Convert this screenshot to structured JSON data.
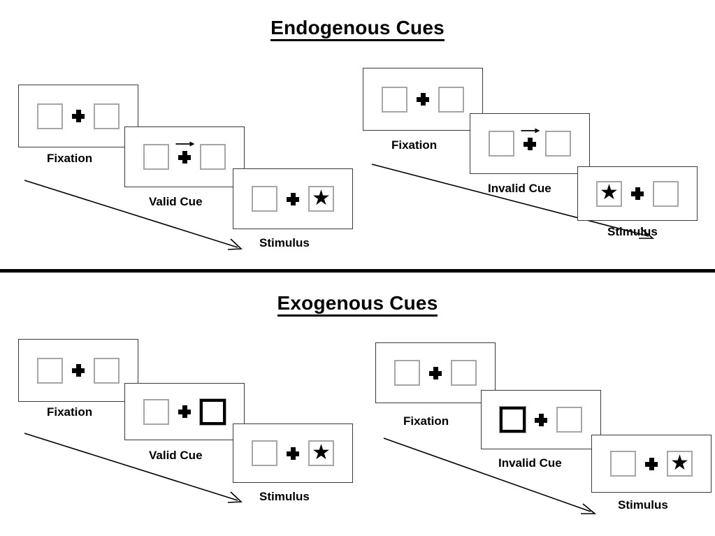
{
  "figure": {
    "sections": [
      {
        "id": "endogenous",
        "title": "Endogenous Cues",
        "conditions": [
          {
            "id": "endogenous-valid",
            "frames": [
              {
                "label": "Fixation",
                "cue": "none",
                "cue_side": "none",
                "target_side": "none",
                "left_box": "empty",
                "right_box": "empty"
              },
              {
                "label": "Valid Cue",
                "cue": "arrow-right",
                "cue_side": "right",
                "target_side": "none",
                "left_box": "empty",
                "right_box": "empty"
              },
              {
                "label": "Stimulus",
                "cue": "none",
                "cue_side": "none",
                "target_side": "right",
                "left_box": "empty",
                "right_box": "star"
              }
            ]
          },
          {
            "id": "endogenous-invalid",
            "frames": [
              {
                "label": "Fixation",
                "cue": "none",
                "cue_side": "none",
                "target_side": "none",
                "left_box": "empty",
                "right_box": "empty"
              },
              {
                "label": "Invalid Cue",
                "cue": "arrow-right",
                "cue_side": "right",
                "target_side": "none",
                "left_box": "empty",
                "right_box": "empty"
              },
              {
                "label": "Stimulus",
                "cue": "none",
                "cue_side": "none",
                "target_side": "left",
                "left_box": "star",
                "right_box": "empty"
              }
            ]
          }
        ]
      },
      {
        "id": "exogenous",
        "title": "Exogenous Cues",
        "conditions": [
          {
            "id": "exogenous-valid",
            "frames": [
              {
                "label": "Fixation",
                "cue": "none",
                "cue_side": "none",
                "target_side": "none",
                "left_box": "empty",
                "right_box": "empty"
              },
              {
                "label": "Valid Cue",
                "cue": "box-flash",
                "cue_side": "right",
                "target_side": "none",
                "left_box": "empty",
                "right_box": "cued"
              },
              {
                "label": "Stimulus",
                "cue": "none",
                "cue_side": "none",
                "target_side": "right",
                "left_box": "empty",
                "right_box": "star"
              }
            ]
          },
          {
            "id": "exogenous-invalid",
            "frames": [
              {
                "label": "Fixation",
                "cue": "none",
                "cue_side": "none",
                "target_side": "none",
                "left_box": "empty",
                "right_box": "empty"
              },
              {
                "label": "Invalid Cue",
                "cue": "box-flash",
                "cue_side": "left",
                "target_side": "none",
                "left_box": "cued",
                "right_box": "empty"
              },
              {
                "label": "Stimulus",
                "cue": "none",
                "cue_side": "none",
                "target_side": "right",
                "left_box": "empty",
                "right_box": "star"
              }
            ]
          }
        ]
      }
    ],
    "glyphs": {
      "star": "★",
      "fixation": "plus-cross",
      "cue_arrow": "arrow-right-icon",
      "time_arrow": "diagonal-time-arrow"
    },
    "colors": {
      "ink": "#000000",
      "panel_border": "#3a3a3a",
      "box_border": "#a6a6a6",
      "cued_box_border": "#000000",
      "background": "#ffffff"
    }
  }
}
